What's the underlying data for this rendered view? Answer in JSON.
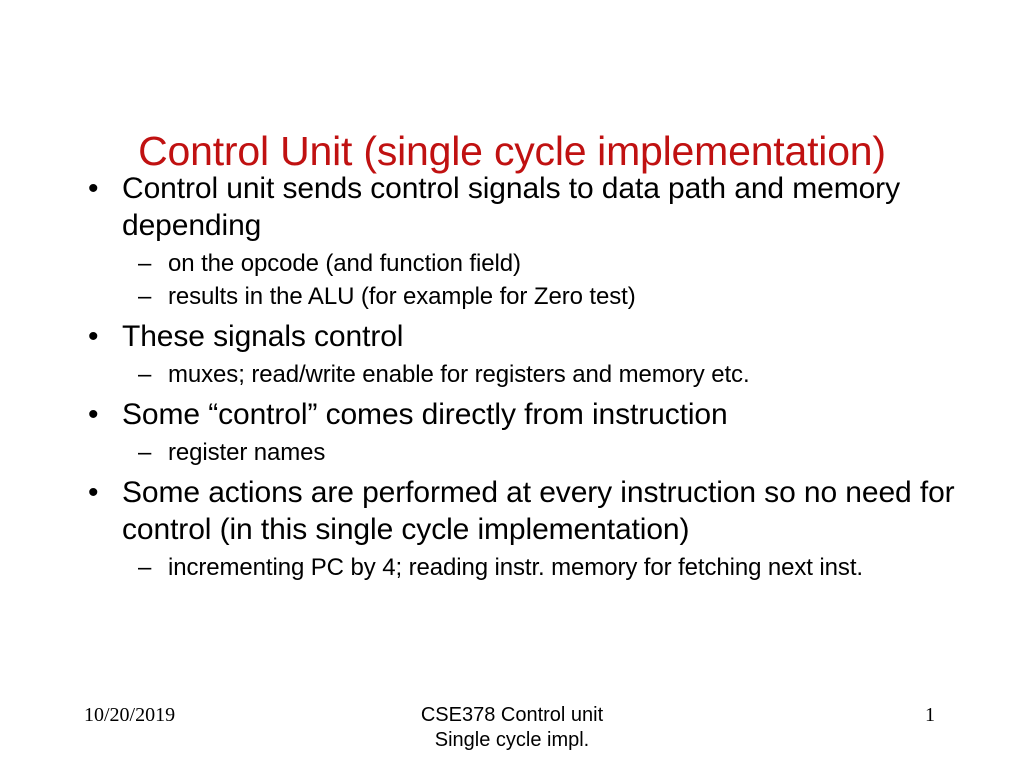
{
  "slide": {
    "title_part1": "Control Unit (single cycle",
    "title_part2": "implementation)",
    "title_color": "#c01111",
    "background_color": "#ffffff",
    "text_color": "#000000",
    "bullet_marker_level1": "•",
    "bullet_marker_level2": "–",
    "content": [
      {
        "level": 1,
        "text": "Control unit sends control signals to data path and memory depending"
      },
      {
        "level": 2,
        "text": "on the opcode (and function field)"
      },
      {
        "level": 2,
        "text": "results in the ALU (for example for Zero test)"
      },
      {
        "level": 1,
        "text": "These signals control"
      },
      {
        "level": 2,
        "text": "muxes; read/write enable for registers and memory etc."
      },
      {
        "level": 1,
        "text": "Some “control” comes directly from instruction"
      },
      {
        "level": 2,
        "text": "register names"
      },
      {
        "level": 1,
        "text": "Some actions are performed at every instruction so no need for control (in this single cycle implementation)"
      },
      {
        "level": 2,
        "text": "incrementing PC by 4; reading instr. memory for fetching next inst."
      }
    ]
  },
  "footer": {
    "date": "10/20/2019",
    "center_line1": "CSE378 Control unit",
    "center_line2": "Single cycle impl.",
    "page_number": "1"
  }
}
